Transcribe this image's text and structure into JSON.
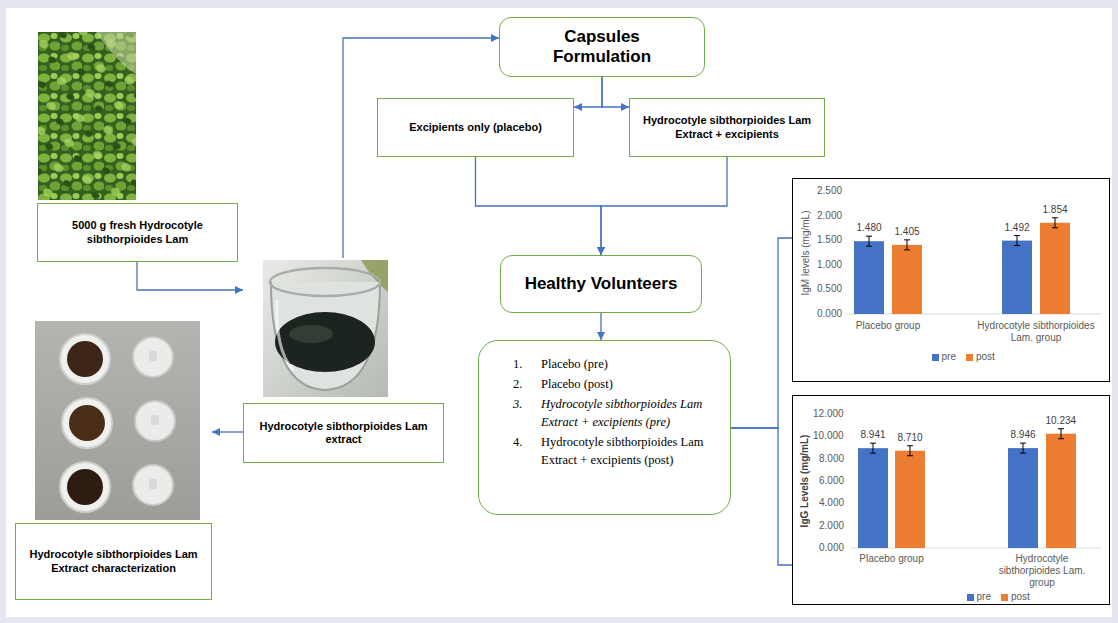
{
  "diagram": {
    "nodes": [
      {
        "text": [
          "5000 g fresh Hydrocotyle sibthorpioides Lam"
        ]
      },
      {
        "text": [
          "Hydrocotyle sibthorpioides Lam extract"
        ]
      },
      {
        "text": [
          "Hydrocotyle sibthorpioides Lam Extract characterization"
        ]
      },
      {
        "text": [
          "Capsules Formulation"
        ]
      },
      {
        "text": [
          "Excipients only (placebo)"
        ]
      },
      {
        "text": [
          "Hydrocotyle sibthorpioides Lam Extract + excipients"
        ]
      },
      {
        "text": [
          "Healthy Volunteers"
        ]
      },
      {
        "text": [
          "1.",
          "Placebo (pre)",
          "2.",
          "Placebo (post)",
          "3.",
          "Hydrocotyle sibthorpioides Lam Extract + excipients (pre)",
          "4.",
          "Hydrocotyle sibthorpioides Lam Extract + excipients (post)"
        ]
      },
      {
        "text": [
          "IgM levels (mg/mL)",
          "2.500",
          "2.000",
          "1.500",
          "1.000",
          "0.500",
          "0.000",
          "1.480",
          "1.405",
          "1.492",
          "1.854",
          "Placebo group",
          "Hydrocotyle sibthorpioides Lam. group"
        ]
      },
      {
        "text": [
          "IgG Levels (mg/mL)",
          "12.000",
          "10.000",
          "8.000",
          "6.000",
          "4.000",
          "2.000",
          "0.000",
          "8.941",
          "8.710",
          "8.946",
          "10.234",
          "Placebo group",
          "Hydrocotyle sibthorpioides Lam. group"
        ]
      }
    ],
    "edges": [
      {
        "from": 0,
        "to": 1,
        "arrow": "to"
      },
      {
        "from": 1,
        "to": 3,
        "arrow": "to"
      },
      {
        "from": 1,
        "to": 2,
        "arrow": "to"
      },
      {
        "from": 3,
        "to": 4,
        "arrow": "to"
      },
      {
        "from": 3,
        "to": 5,
        "arrow": "to"
      },
      {
        "from": 4,
        "to": 6,
        "arrow": "to"
      },
      {
        "from": 5,
        "to": 6,
        "arrow": "to"
      },
      {
        "from": 6,
        "to": 7,
        "arrow": "to"
      },
      {
        "from": 7,
        "to": 8,
        "arrow": "none"
      },
      {
        "from": 7,
        "to": 9,
        "arrow": "none"
      }
    ],
    "legend": [
      {
        "text": "pre",
        "color": "#4472C4"
      },
      {
        "text": "post",
        "color": "#ED7D31"
      },
      {
        "text": "pre",
        "color": "#4472C4"
      },
      {
        "text": "post",
        "color": "#ED7D31"
      }
    ]
  }
}
